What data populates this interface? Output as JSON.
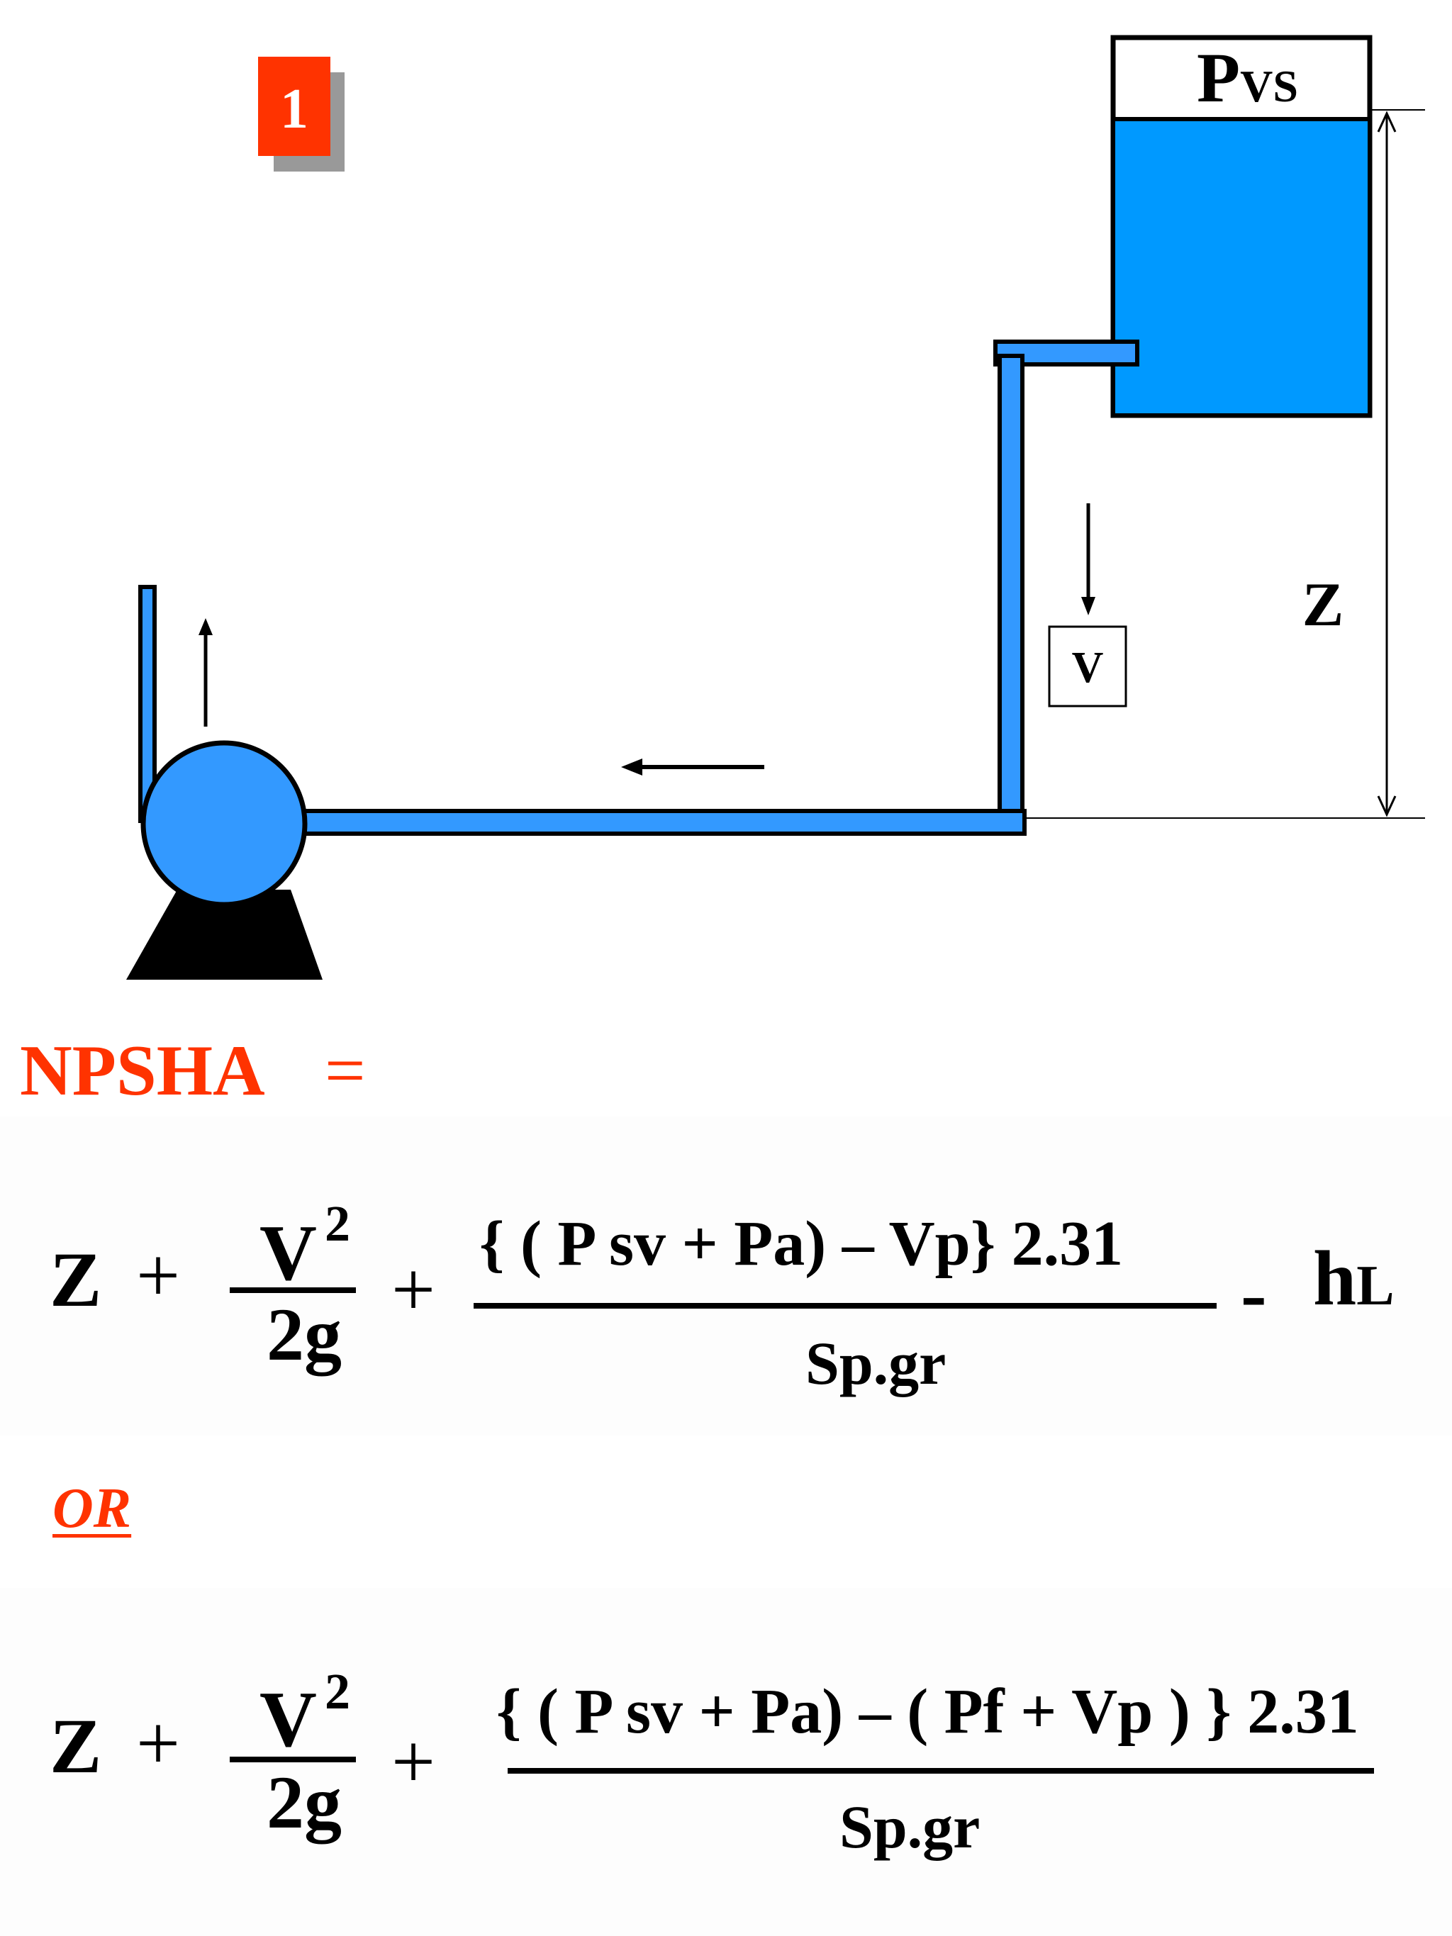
{
  "badge": {
    "label": "1",
    "color": "#ff3300",
    "shadow": "#999999"
  },
  "tank": {
    "vapor_label_main": "P",
    "vapor_label_sub": "VS",
    "liquid_color": "#0099ff"
  },
  "pipe_color": "#3399ff",
  "pump_color": "#3399ff",
  "labels": {
    "height": "Z",
    "velocity": "V"
  },
  "npsha": {
    "label": "NPSHA",
    "equals": "="
  },
  "formula1": {
    "z": "Z",
    "plus1": "+",
    "v": "V",
    "v_exp": "2",
    "two_g": "2g",
    "plus2": "+",
    "numerator": "{ ( P sv + Pa) –  Vp} 2.31",
    "denominator": "Sp.gr",
    "minus": "-",
    "hl_main": "h",
    "hl_sub": "L"
  },
  "or_label": "OR",
  "formula2": {
    "z": "Z",
    "plus1": "+",
    "v": "V",
    "v_exp": "2",
    "two_g": "2g",
    "plus2": "+",
    "numerator": "{ ( P sv + Pa) – ( Pf + Vp ) } 2.31",
    "denominator": "Sp.gr"
  }
}
